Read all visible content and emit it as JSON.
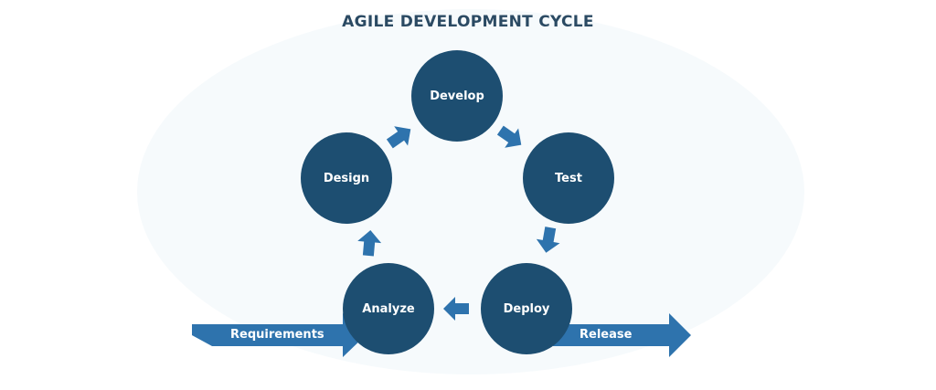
{
  "title": "AGILE DEVELOPMENT CYCLE",
  "stages": [
    {
      "label": "Develop"
    },
    {
      "label": "Test"
    },
    {
      "label": "Deploy"
    },
    {
      "label": "Analyze"
    },
    {
      "label": "Design"
    }
  ],
  "input_arrow": {
    "label": "Requirements"
  },
  "output_arrow": {
    "label": "Release"
  },
  "colors": {
    "node": "#1d4e71",
    "arrow": "#2e73ad",
    "title": "#2b4a63",
    "backdrop": "#f6fafc"
  }
}
